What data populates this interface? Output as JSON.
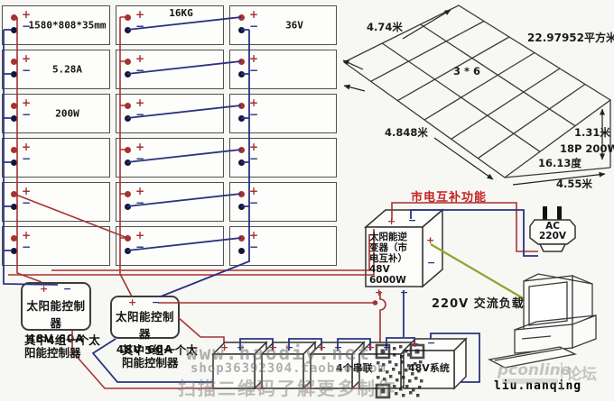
{
  "panel_grid": {
    "marks": {
      "plus": "+",
      "minus": "−"
    },
    "labels": {
      "dimensions": "1580*808*35mm",
      "weight": "16KG",
      "voltage": "36V",
      "current": "5.28A",
      "power": "200W"
    },
    "cell_labels": {
      "0,0": "dimensions",
      "0,1": "weight",
      "0,2": "voltage",
      "1,0": "current",
      "2,0": "power"
    },
    "rows": 6,
    "cols": 3
  },
  "solar_array": {
    "edge_top": "4.74米",
    "area": "22.97952平方米",
    "layout": "3 * 6",
    "edge_left": "4.848米",
    "height": "1.31米",
    "panel_spec": "18P 200W",
    "tilt": "16.13度",
    "edge_bottom": "4.55米"
  },
  "grid_tie_title": "市电互补功能",
  "inverter": {
    "line1": "太阳能逆",
    "line2": "变器（市",
    "line3": "电互补）",
    "line4": "48V",
    "line5": "6000W"
  },
  "ac_plug": {
    "line1": "AC",
    "line2": "220V"
  },
  "controller": {
    "name": "太阳能控制器",
    "rating": "48V 60A"
  },
  "notes": {
    "c1_line1": "其中4组一个太",
    "c1_line2": "阳能控制器",
    "c2_line1": "其中5组一个太",
    "c2_line2": "阳能控制器"
  },
  "battery_bank": {
    "series": "4个串联",
    "system": "48V系统"
  },
  "load": {
    "label": "220V 交流负载"
  },
  "author": "liu.nanqing",
  "watermarks": {
    "site": "www.haodiy.net",
    "shop": "shop36392304.taobao.com",
    "scan": "扫描二维码了解更多制作",
    "forum_name": "pconline",
    "forum_word": "论坛"
  },
  "colors": {
    "wire_red": "#a63232",
    "wire_blue": "#2b3380",
    "title_red": "#c42222",
    "arrow_green": "#8ea52f"
  }
}
